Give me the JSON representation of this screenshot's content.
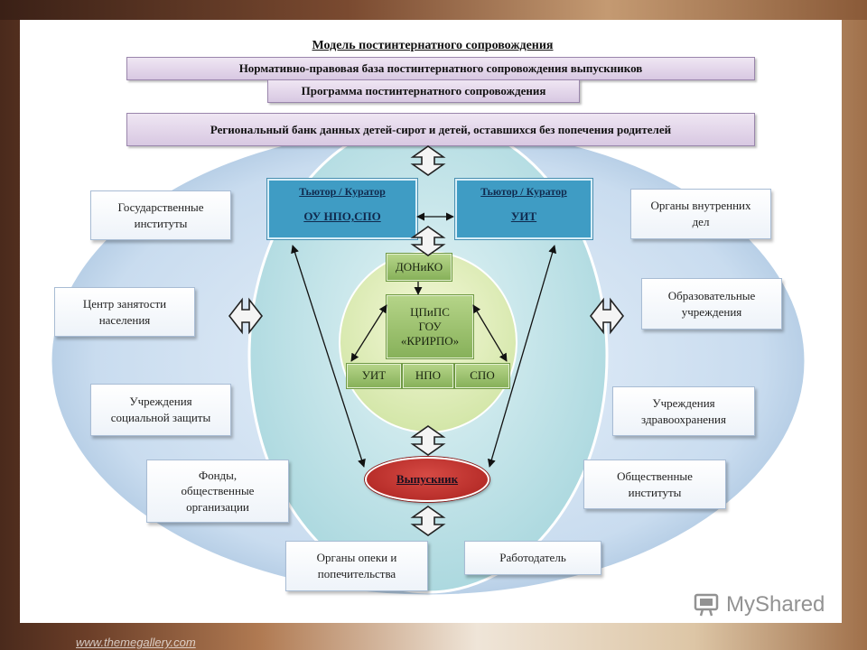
{
  "title": "Модель постинтернатного сопровождения",
  "header_bars": {
    "normative": "Нормативно-правовая база постинтернатного сопровождения выпускников",
    "program": "Программа постинтернатного сопровождения",
    "databank": "Региональный банк данных детей-сирот и детей, оставшихся без попечения родителей"
  },
  "tutors": {
    "left": {
      "line1": "Тьютор / Куратор",
      "line2": "ОУ НПО,СПО"
    },
    "right": {
      "line1": "Тьютор / Куратор",
      "line2": "УИТ"
    }
  },
  "center": {
    "doniko": "ДОНиКО",
    "cpips_line1": "ЦПиПС",
    "cpips_line2": "ГОУ",
    "cpips_line3": "«КРИРПО»",
    "uit": "УИТ",
    "npo": "НПО",
    "spo": "СПО"
  },
  "graduate": "Выпускник",
  "left_boxes": {
    "state": {
      "line1": "Государственные",
      "line2": "институты"
    },
    "employment": {
      "line1": "Центр занятости",
      "line2": "населения"
    },
    "social": {
      "line1": "Учреждения",
      "line2": "социальной защиты"
    },
    "funds": {
      "line1": "Фонды,",
      "line2": "общественные",
      "line3": "организации"
    }
  },
  "right_boxes": {
    "internal": {
      "line1": "Органы внутренних",
      "line2": "дел"
    },
    "education": {
      "line1": "Образовательные",
      "line2": "учреждения"
    },
    "health": {
      "line1": "Учреждения",
      "line2": "здравоохранения"
    },
    "public": {
      "line1": "Общественные",
      "line2": "институты"
    }
  },
  "bottom_boxes": {
    "guardianship": {
      "line1": "Органы опеки и",
      "line2": "попечительства"
    },
    "employer": "Работодатель"
  },
  "footer_url": "www.themegallery.com",
  "watermark": "MyShared"
}
